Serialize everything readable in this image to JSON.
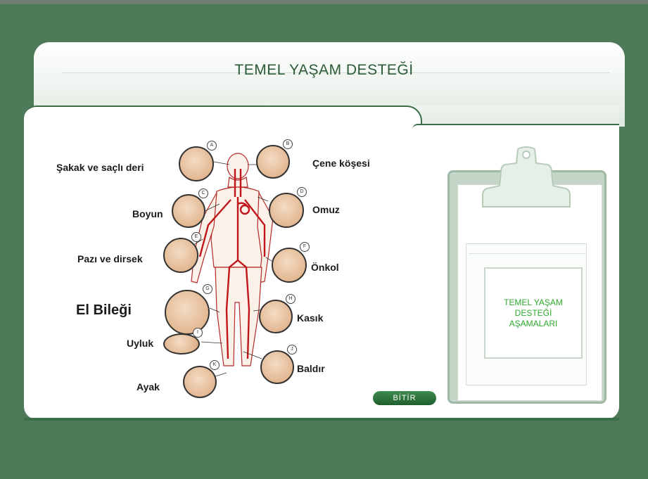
{
  "page": {
    "title": "TEMEL YAŞAM DESTEĞİ"
  },
  "illustration": {
    "labels": {
      "sakak": "Şakak ve saçlı deri",
      "cene": "Çene köşesi",
      "boyun": "Boyun",
      "omuz": "Omuz",
      "pazi": "Pazı ve dirsek",
      "onkol": "Önkol",
      "bilek": "El Bileği",
      "kasik": "Kasık",
      "uyluk": "Uyluk",
      "baldir": "Baldır",
      "ayak": "Ayak"
    },
    "markers": [
      "A",
      "B",
      "C",
      "D",
      "E",
      "F",
      "G",
      "H",
      "I",
      "J",
      "K"
    ]
  },
  "clipboard": {
    "button_label": "TEMEL YAŞAM DESTEĞİ AŞAMALARI"
  },
  "finish_button": {
    "label": "BİTİR"
  },
  "colors": {
    "background": "#4e7a5a",
    "accent": "#2d5a37",
    "button_text": "#2eaa2e",
    "artery": "#c0161b"
  }
}
